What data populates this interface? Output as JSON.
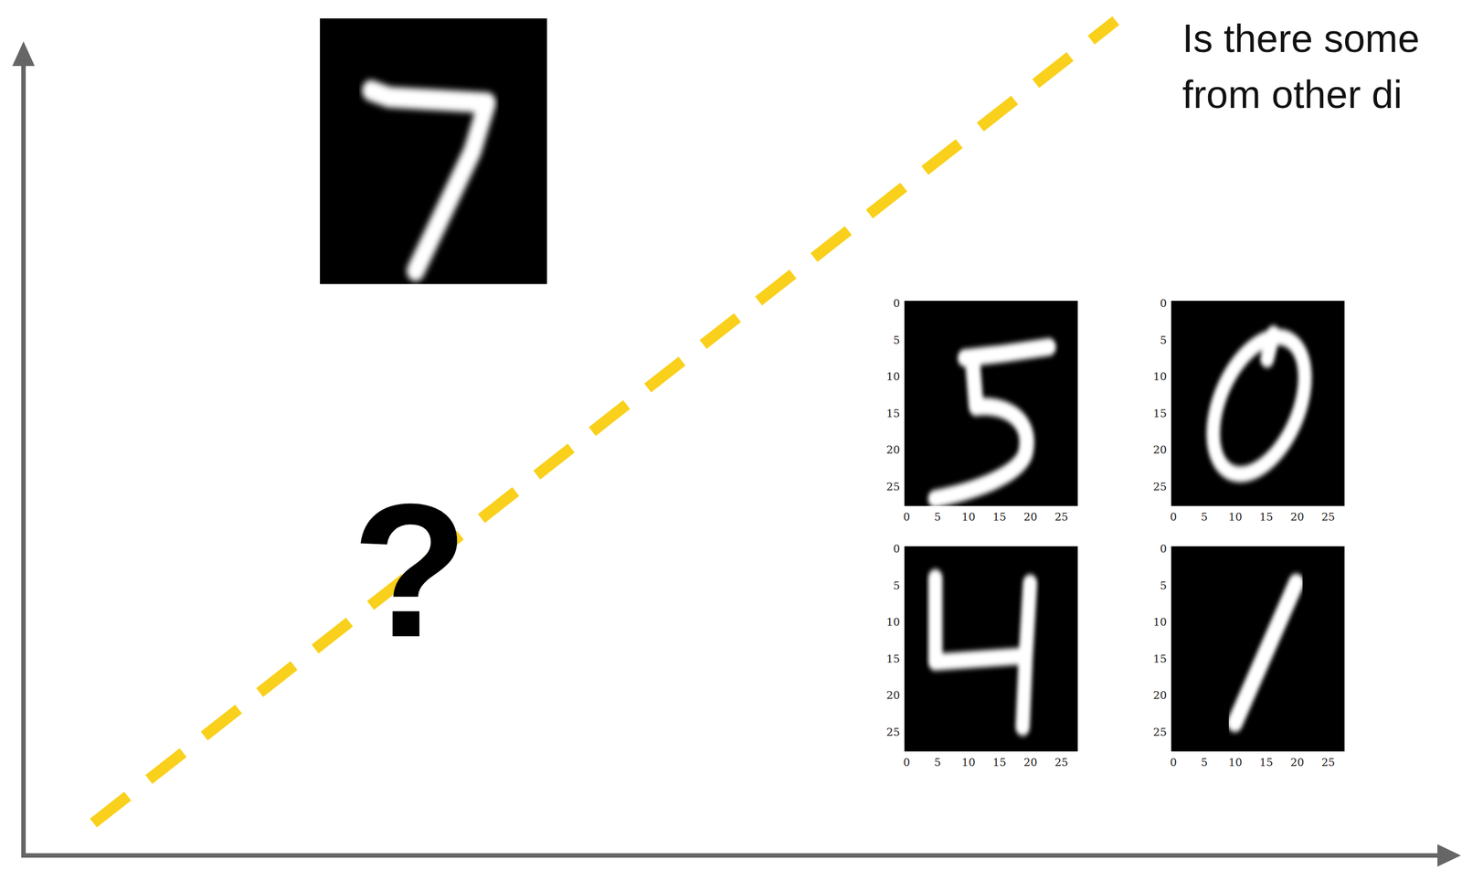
{
  "diagram": {
    "labels": [
      "Is there some",
      "from other di",
      "?",
      "0",
      "5",
      "10",
      "15",
      "20",
      "25",
      "0",
      "5",
      "10",
      "15",
      "20",
      "25",
      "0",
      "5",
      "10",
      "15",
      "20",
      "25",
      "0",
      "5",
      "10",
      "15",
      "20",
      "25",
      "0",
      "5",
      "10",
      "15",
      "20",
      "25",
      "0",
      "5",
      "10",
      "15",
      "20",
      "25",
      "0",
      "5",
      "10",
      "15",
      "20",
      "25",
      "0",
      "5",
      "10",
      "15",
      "20",
      "25"
    ]
  }
}
